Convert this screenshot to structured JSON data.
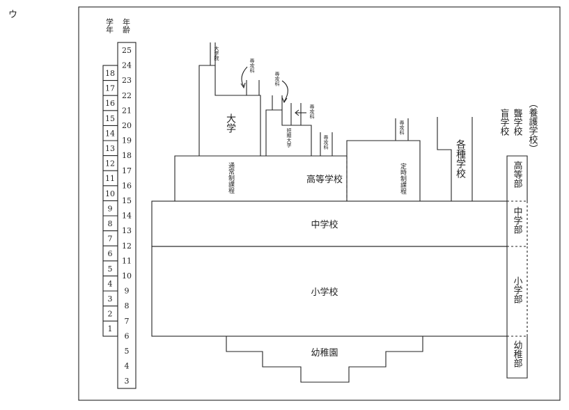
{
  "label": "ウ",
  "headers": {
    "grade": "学年",
    "age": "年齢"
  },
  "ages": [
    "25",
    "24",
    "23",
    "22",
    "21",
    "20",
    "19",
    "18",
    "17",
    "16",
    "15",
    "14",
    "13",
    "12",
    "11",
    "10",
    "9",
    "8",
    "7",
    "6",
    "5",
    "4",
    "3"
  ],
  "grades": [
    "18",
    "17",
    "16",
    "15",
    "14",
    "13",
    "12",
    "11",
    "10",
    "9",
    "8",
    "7",
    "6",
    "5",
    "4",
    "3",
    "2",
    "1"
  ],
  "schools": {
    "graduate": "大学院",
    "university": "大学",
    "senmonka_univ": "専攻科",
    "senmonka_junior": "専攻科",
    "senmonka_junior2": "専攻科",
    "senmonka_hs": "専攻科",
    "senmonka_parttime": "専攻科",
    "junior_college": "短期大学",
    "fulltime": "通常制課程",
    "high_school": "高等学校",
    "parttime": "定時制課程",
    "misc": "各種学校",
    "middle_school": "中学校",
    "elementary": "小学校",
    "kindergarten": "幼稚園"
  },
  "special": {
    "blind": "盲学校",
    "deaf": "聾学校",
    "care": "（養護学校）",
    "high": "高等部",
    "middle": "中学部",
    "elementary": "小学部",
    "kinder": "幼稚部"
  }
}
